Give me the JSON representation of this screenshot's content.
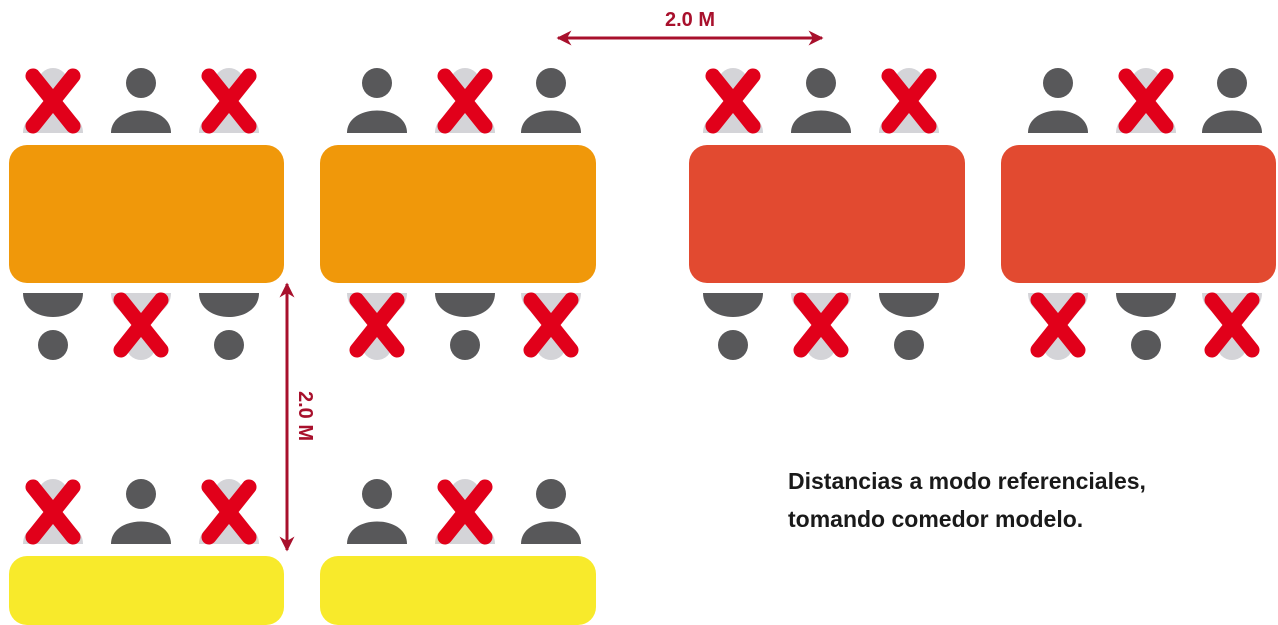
{
  "colors": {
    "orange_table": "#f0980a",
    "red_table": "#e24a30",
    "yellow_table": "#f8ea2b",
    "person": "#58585a",
    "ghost": "#d4d4d8",
    "x_mark": "#e1001a",
    "arrow": "#a8102c"
  },
  "distance_horizontal": {
    "label": "2.0 M"
  },
  "distance_vertical": {
    "label": "2.0 M"
  },
  "caption": {
    "line1": "Distancias a modo referenciales,",
    "line2": "tomando comedor modelo."
  },
  "tables": [
    {
      "id": "table-orange-1",
      "color": "orange_table",
      "top_seats": [
        "blocked",
        "person",
        "blocked"
      ],
      "bottom_seats": [
        "person",
        "blocked",
        "person"
      ]
    },
    {
      "id": "table-orange-2",
      "color": "orange_table",
      "top_seats": [
        "person",
        "blocked",
        "person"
      ],
      "bottom_seats": [
        "blocked",
        "person",
        "blocked"
      ]
    },
    {
      "id": "table-red-1",
      "color": "red_table",
      "top_seats": [
        "blocked",
        "person",
        "blocked"
      ],
      "bottom_seats": [
        "person",
        "blocked",
        "person"
      ]
    },
    {
      "id": "table-red-2",
      "color": "red_table",
      "top_seats": [
        "person",
        "blocked",
        "person"
      ],
      "bottom_seats": [
        "blocked",
        "person",
        "blocked"
      ]
    },
    {
      "id": "table-yellow-1",
      "color": "yellow_table",
      "top_seats": [
        "blocked",
        "person",
        "blocked"
      ],
      "bottom_seats": []
    },
    {
      "id": "table-yellow-2",
      "color": "yellow_table",
      "top_seats": [
        "person",
        "blocked",
        "person"
      ],
      "bottom_seats": []
    }
  ]
}
